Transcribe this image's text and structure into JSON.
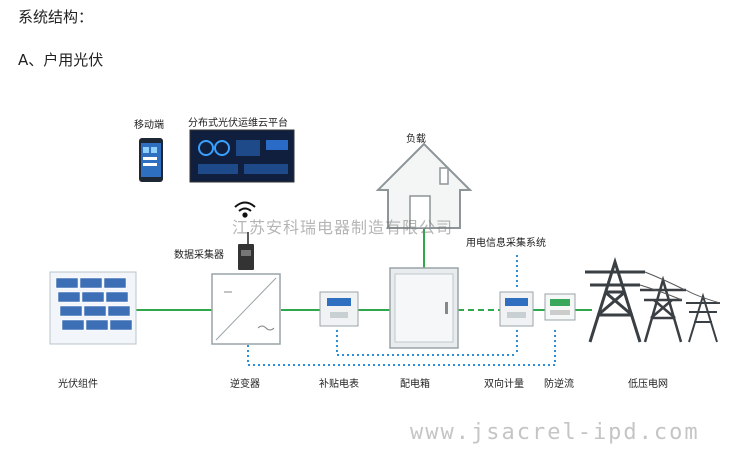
{
  "headings": {
    "title": "系统结构：",
    "subtitle": "A、户用光伏"
  },
  "labels": {
    "mobile": "移动端",
    "cloud_platform": "分布式光伏运维云平台",
    "load": "负载",
    "data_collector": "数据采集器",
    "info_system": "用电信息采集系统",
    "pv_module": "光伏组件",
    "inverter": "逆变器",
    "subsidy_meter": "补贴电表",
    "distribution_box": "配电箱",
    "bidirectional_meter": "双向计量",
    "anti_reflux": "防逆流",
    "low_voltage_grid": "低压电网"
  },
  "watermark": {
    "company": "江苏安科瑞电器制造有限公司",
    "url": "www.jsacrel-ipd.com"
  },
  "colors": {
    "green_line": "#2ea84a",
    "blue_dotted": "#2a8fd6",
    "device_outline": "#9aa4a8"
  },
  "icons": {
    "wifi": "wifi-icon",
    "house": "house-icon",
    "pylon": "power-pylon-icon",
    "solar": "solar-panel-icon"
  }
}
